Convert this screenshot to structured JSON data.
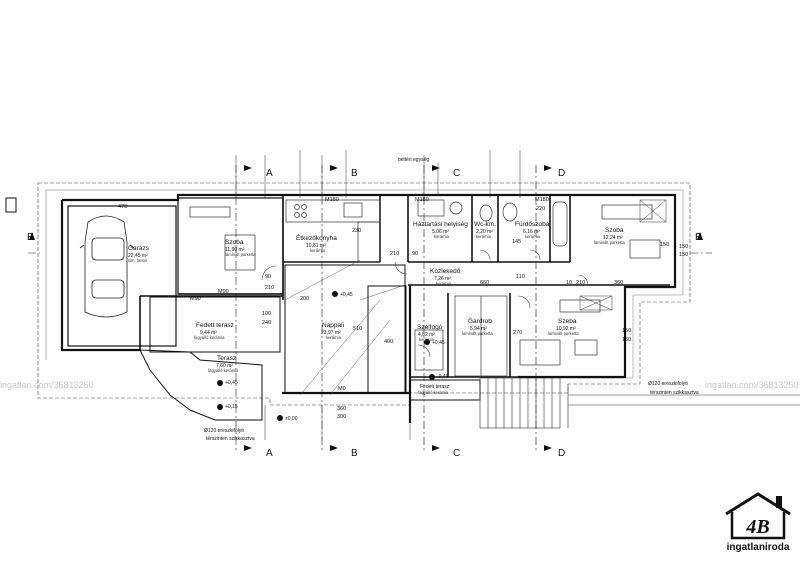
{
  "rooms": [
    {
      "id": "garazs",
      "name": "Garázs",
      "area": "22,45 m²",
      "floor": "sim. beton"
    },
    {
      "id": "szoba1",
      "name": "Szoba",
      "area": "11,90 m²",
      "floor": "laminált parketta"
    },
    {
      "id": "etkezo",
      "name": "Étkezőkonyha",
      "area": "10,81 m²",
      "floor": "kerámia"
    },
    {
      "id": "haztartasi",
      "name": "Háztartási helyiség",
      "area": "5,06 m²",
      "floor": "kerámia"
    },
    {
      "id": "wc",
      "name": "Wc-km.",
      "area": "2,20 m²",
      "floor": "kerámia"
    },
    {
      "id": "furdo",
      "name": "Fürdőszoba",
      "area": "6,16 m²",
      "floor": "kerámia"
    },
    {
      "id": "szoba2",
      "name": "Szoba",
      "area": "12,24 m²",
      "floor": "laminált parketta"
    },
    {
      "id": "kozlekedo",
      "name": "Közlekedő",
      "area": "7,26 m²",
      "floor": "kerámia"
    },
    {
      "id": "fedett1",
      "name": "Fedett terasz",
      "area": "9,44 m²",
      "floor": "fagyálló kerámia"
    },
    {
      "id": "nappali",
      "name": "Nappali",
      "area": "23,97 m²",
      "floor": "kerámia"
    },
    {
      "id": "szelfogo",
      "name": "Szélfogó",
      "area": "4,82 m²",
      "floor": "kerámia"
    },
    {
      "id": "gardrob",
      "name": "Gardrob",
      "area": "5,94 m²",
      "floor": "laminált parketta"
    },
    {
      "id": "szeba",
      "name": "Szeba",
      "area": "10,92 m²",
      "floor": "laminált parketta"
    },
    {
      "id": "terasz",
      "name": "Terasz",
      "area": "7,60 m²",
      "floor": "fagyálló kerámia"
    },
    {
      "id": "fedett2",
      "name": "Fedett terasz",
      "area": "",
      "floor": "fagyálló kerámia"
    }
  ],
  "annotations": {
    "belteri": "beltéri egység",
    "gutter1": "Ø120 ereszkifolyó",
    "gutter1b": "térszinten szikkasztva",
    "gutter2": "Ø120 ereszkifolyó",
    "gutter2b": "térszinten szikkasztva"
  },
  "levels": [
    "+0,45",
    "+0,45",
    "+0,15",
    "±0,00",
    "+0,45",
    "-0,40"
  ],
  "dimensions": [
    "470",
    "M180",
    "M180",
    "M180",
    "M90",
    "M90",
    "M0",
    "90",
    "210",
    "100",
    "240",
    "200",
    "210",
    "230",
    "510",
    "400",
    "660",
    "110",
    "10",
    "210",
    "360",
    "150",
    "150",
    "150",
    "150",
    "150",
    "270",
    "270",
    "90",
    "210",
    "360",
    "300",
    "145",
    "220",
    "150"
  ],
  "sections": [
    "A",
    "B",
    "C",
    "D",
    "E"
  ],
  "watermark": [
    "ingatlan.com/36813250",
    "ingatlan.com/36813250"
  ],
  "brand": {
    "logo": "4B",
    "name": "ingatlaniroda"
  }
}
